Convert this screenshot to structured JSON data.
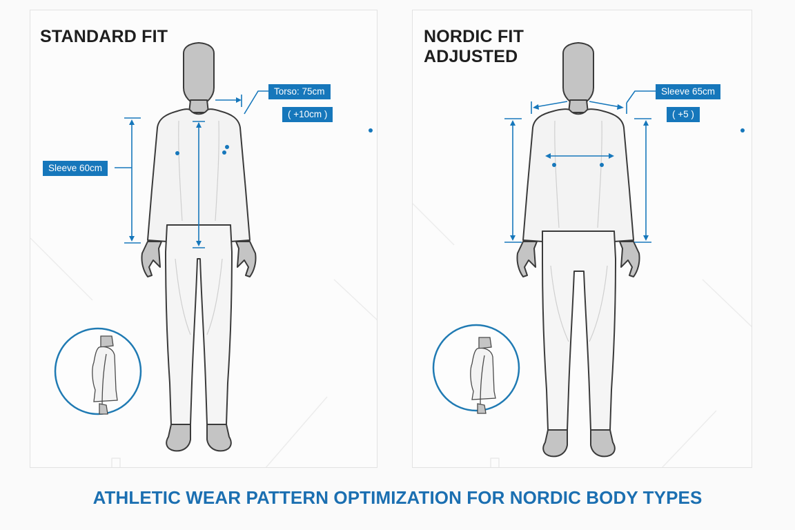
{
  "panels": [
    {
      "id": "standard",
      "title": "STANDARD FIT",
      "labels": {
        "sleeve": "Sleeve 60cm",
        "torso": "Torso: 75cm",
        "torso_delta": "( +10cm )"
      },
      "inset": "side-profile-view"
    },
    {
      "id": "nordic",
      "title": "NORDIC FIT\nADJUSTED",
      "labels": {
        "sleeve": "Sleeve 65cm",
        "sleeve_delta": "( +5 )"
      },
      "inset": "side-profile-view"
    }
  ],
  "caption": "ATHLETIC WEAR PATTERN OPTIMIZATION FOR NORDIC BODY TYPES",
  "colors": {
    "accent": "#1677bb",
    "caption": "#1b6fb1",
    "garment": "#f2f2f2",
    "skin": "#c4c4c4",
    "outline": "#3a3a3a"
  }
}
